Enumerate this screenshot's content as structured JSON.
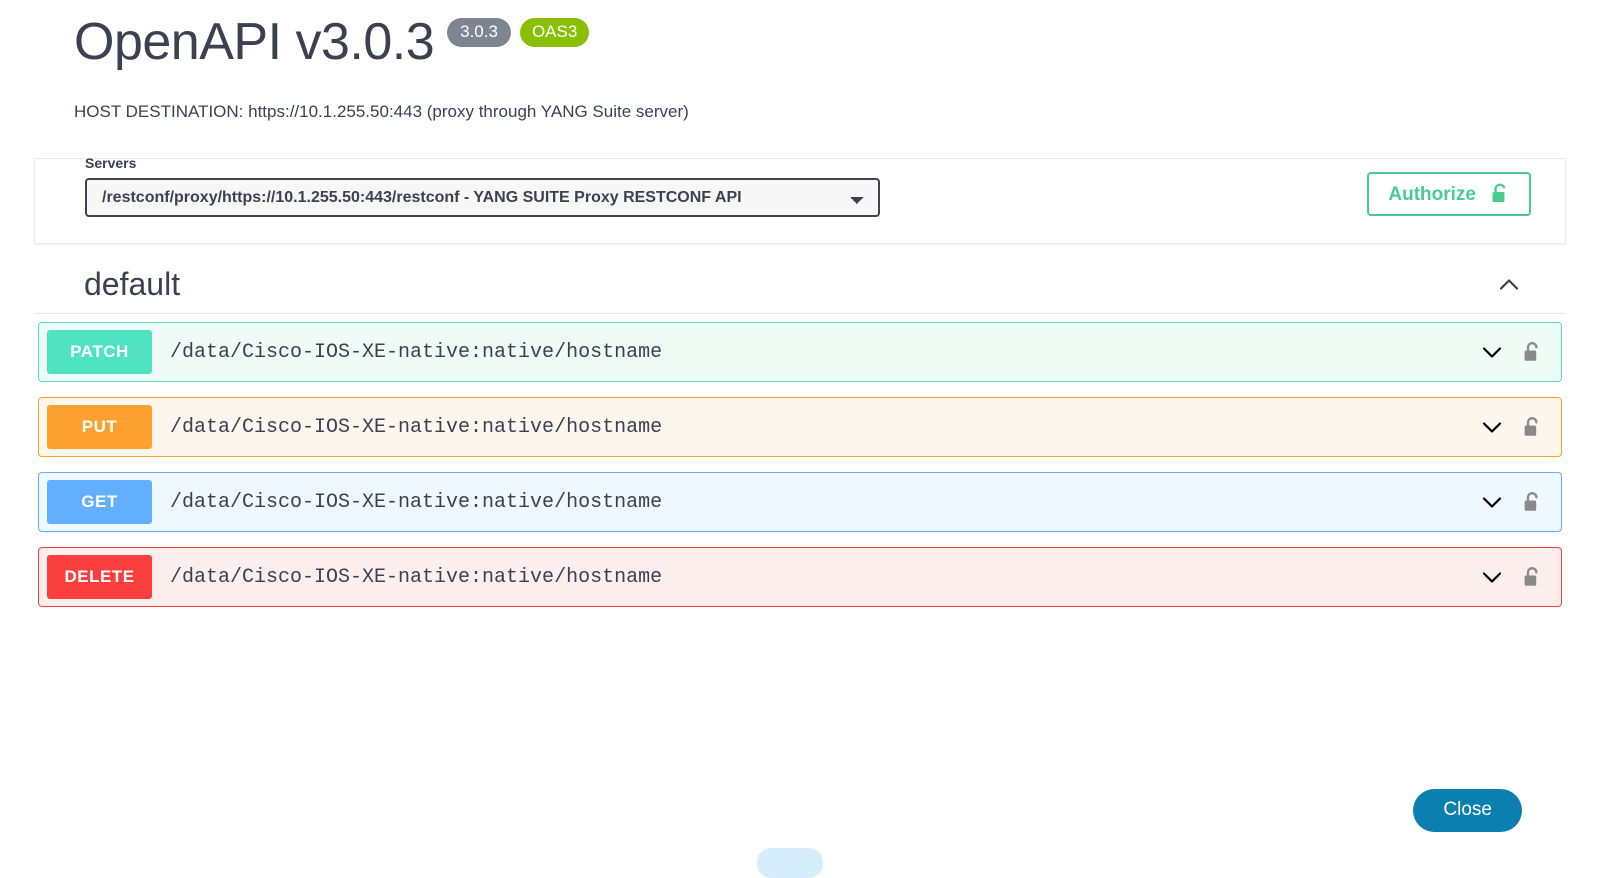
{
  "header": {
    "title": "OpenAPI v3.0.3",
    "version_badge": "3.0.3",
    "oas_badge": "OAS3",
    "host_destination": "HOST DESTINATION: https://10.1.255.50:443 (proxy through YANG Suite server)"
  },
  "servers": {
    "label": "Servers",
    "selected": "/restconf/proxy/https://10.1.255.50:443/restconf - YANG SUITE Proxy RESTCONF API",
    "options": [
      "/restconf/proxy/https://10.1.255.50:443/restconf - YANG SUITE Proxy RESTCONF API"
    ]
  },
  "authorize": {
    "label": "Authorize",
    "icon": "unlock-icon",
    "accent_color": "#49cc90"
  },
  "tag_section": {
    "name": "default",
    "collapse_icon": "chevron-up-icon"
  },
  "operations": [
    {
      "method": "PATCH",
      "path": "/data/Cisco-IOS-XE-native:native/hostname",
      "color": "#50e3c2",
      "background": "#effcf6",
      "expand_icon": "chevron-down-icon",
      "auth_icon": "unlock-icon"
    },
    {
      "method": "PUT",
      "path": "/data/Cisco-IOS-XE-native:native/hostname",
      "color": "#fca130",
      "background": "#fdf6ec",
      "expand_icon": "chevron-down-icon",
      "auth_icon": "unlock-icon"
    },
    {
      "method": "GET",
      "path": "/data/Cisco-IOS-XE-native:native/hostname",
      "color": "#61affe",
      "background": "#eff7ff",
      "expand_icon": "chevron-down-icon",
      "auth_icon": "unlock-icon"
    },
    {
      "method": "DELETE",
      "path": "/data/Cisco-IOS-XE-native:native/hostname",
      "color": "#f93e3e",
      "background": "#fdeeee",
      "expand_icon": "chevron-down-icon",
      "auth_icon": "unlock-icon"
    }
  ],
  "footer": {
    "close_label": "Close",
    "close_color": "#0b7faf"
  }
}
